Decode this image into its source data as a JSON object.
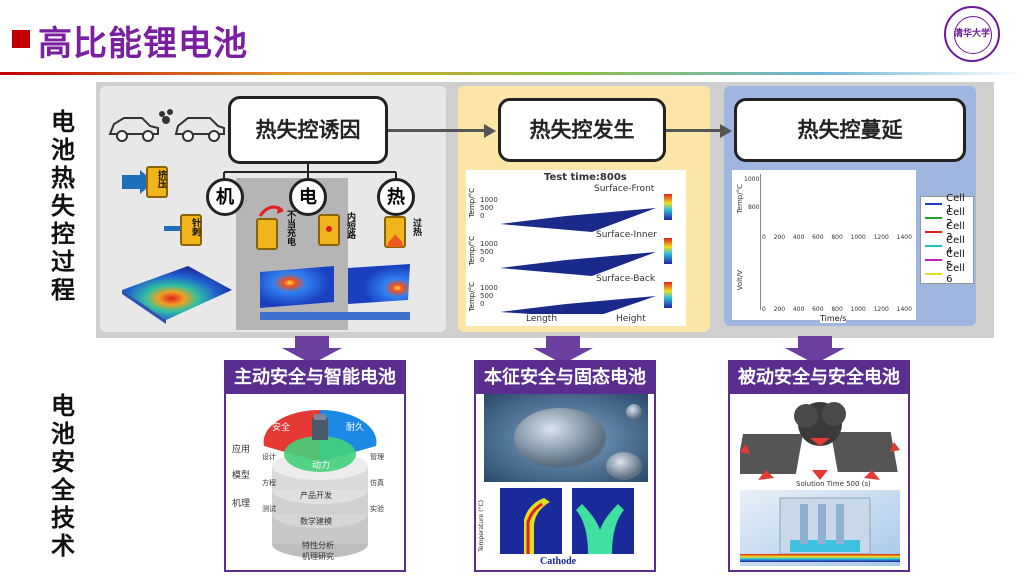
{
  "header": {
    "title": "高比能锂电池",
    "logo_text": "清华大学"
  },
  "side_labels": {
    "process": [
      "电",
      "池",
      "热",
      "失",
      "控",
      "过",
      "程"
    ],
    "safety": [
      "电",
      "池",
      "安",
      "全",
      "技",
      "术"
    ]
  },
  "stages": {
    "trigger": "热失控诱因",
    "occurrence": "热失控发生",
    "propagation": "热失控蔓延"
  },
  "causes": {
    "mechanical": "机",
    "electrical": "电",
    "thermal": "热"
  },
  "trigger_labels": {
    "extrusion": "挤压",
    "puncture": "针刺",
    "improper_charge": "不当充电",
    "internal_short": "内短路",
    "overheat": "过热"
  },
  "occurrence_chart": {
    "title": "Test time:800s",
    "panels": [
      "Surface-Front",
      "Surface-Inner",
      "Surface-Back"
    ],
    "ylabel": "Temp/°C",
    "y_ticks": [
      "1000",
      "500",
      "0"
    ],
    "xlabel_left": "Length",
    "xlabel_right": "Height"
  },
  "propagation_chart": {
    "ylabel_top": "Temp/°C",
    "ylabel_bottom": "Volt/V",
    "xlabel": "Time/s",
    "y_ticks_top": [
      "1000",
      "800"
    ],
    "x_ticks": [
      "0",
      "200",
      "400",
      "600",
      "800",
      "1000",
      "1200",
      "1400"
    ],
    "legend": [
      {
        "name": "Cell 1",
        "color": "#1f3fbf"
      },
      {
        "name": "Cell 2",
        "color": "#2aa02a"
      },
      {
        "name": "Cell 3",
        "color": "#e02020"
      },
      {
        "name": "Cell 4",
        "color": "#20c0c0"
      },
      {
        "name": "Cell 5",
        "color": "#c020c0"
      },
      {
        "name": "Cell 6",
        "color": "#e0e020"
      }
    ]
  },
  "technologies": {
    "active": {
      "title": "主动安全与智能电池",
      "labels": [
        "安全",
        "耐久",
        "动力",
        "产品开发",
        "数学建模",
        "特性分析",
        "机理研究"
      ],
      "side_labels": [
        "应用",
        "模型",
        "机理"
      ],
      "ring_labels": [
        "设计",
        "方程",
        "测试",
        "管理",
        "仿真",
        "实验"
      ]
    },
    "intrinsic": {
      "title": "本征安全与固态电池",
      "xlabel": "Cathode",
      "ylabel": "Temperature (°C)"
    },
    "passive": {
      "title": "被动安全与安全电池",
      "caption": "Solution Time 500 (s)"
    }
  }
}
